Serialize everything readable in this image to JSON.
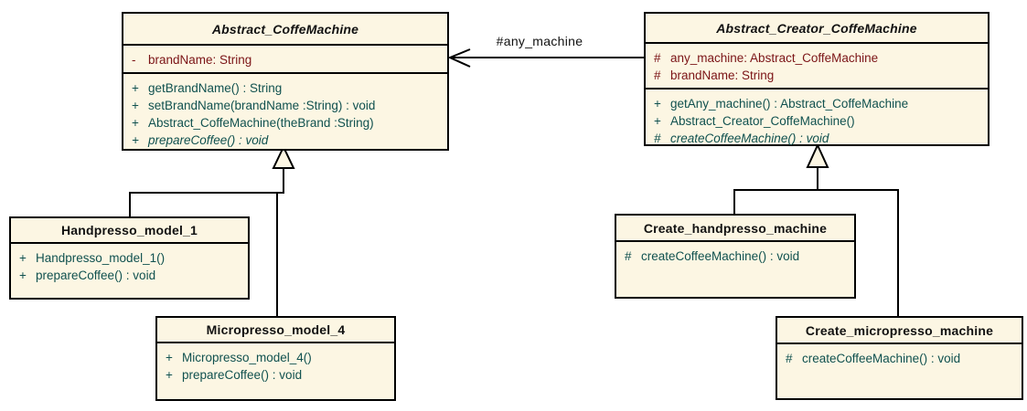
{
  "colors": {
    "box_fill": "#FCF6E3",
    "box_border": "#000000",
    "attribute_text": "#7B1416",
    "method_text": "#10514F",
    "title_text": "#111111",
    "connector": "#000000",
    "background": "#FFFFFF"
  },
  "association": {
    "label": "#any_machine",
    "from": "Abstract_Creator_CoffeMachine",
    "to": "Abstract_CoffeMachine"
  },
  "classes": {
    "abstract_machine": {
      "name": "Abstract_CoffeMachine",
      "attributes": [
        {
          "vis": "-",
          "text": "brandName: String"
        }
      ],
      "methods": [
        {
          "vis": "+",
          "text": "getBrandName() : String"
        },
        {
          "vis": "+",
          "text": "setBrandName(brandName :String) : void"
        },
        {
          "vis": "+",
          "text": "Abstract_CoffeMachine(theBrand :String)"
        },
        {
          "vis": "+",
          "text": "prepareCoffee() : void"
        }
      ]
    },
    "abstract_creator": {
      "name": "Abstract_Creator_CoffeMachine",
      "attributes": [
        {
          "vis": "#",
          "text": "any_machine: Abstract_CoffeMachine"
        },
        {
          "vis": "#",
          "text": "brandName: String"
        }
      ],
      "methods": [
        {
          "vis": "+",
          "text": "getAny_machine() : Abstract_CoffeMachine"
        },
        {
          "vis": "+",
          "text": "Abstract_Creator_CoffeMachine()"
        },
        {
          "vis": "#",
          "text": "createCoffeeMachine() : void"
        }
      ]
    },
    "handpresso": {
      "name": "Handpresso_model_1",
      "methods": [
        {
          "vis": "+",
          "text": "Handpresso_model_1()"
        },
        {
          "vis": "+",
          "text": "prepareCoffee() : void"
        }
      ]
    },
    "micropresso": {
      "name": "Micropresso_model_4",
      "methods": [
        {
          "vis": "+",
          "text": "Micropresso_model_4()"
        },
        {
          "vis": "+",
          "text": "prepareCoffee() : void"
        }
      ]
    },
    "create_handpresso": {
      "name": "Create_handpresso_machine",
      "methods": [
        {
          "vis": "#",
          "text": "createCoffeeMachine() : void"
        }
      ]
    },
    "create_micropresso": {
      "name": "Create_micropresso_machine",
      "methods": [
        {
          "vis": "#",
          "text": "createCoffeeMachine() : void"
        }
      ]
    }
  }
}
